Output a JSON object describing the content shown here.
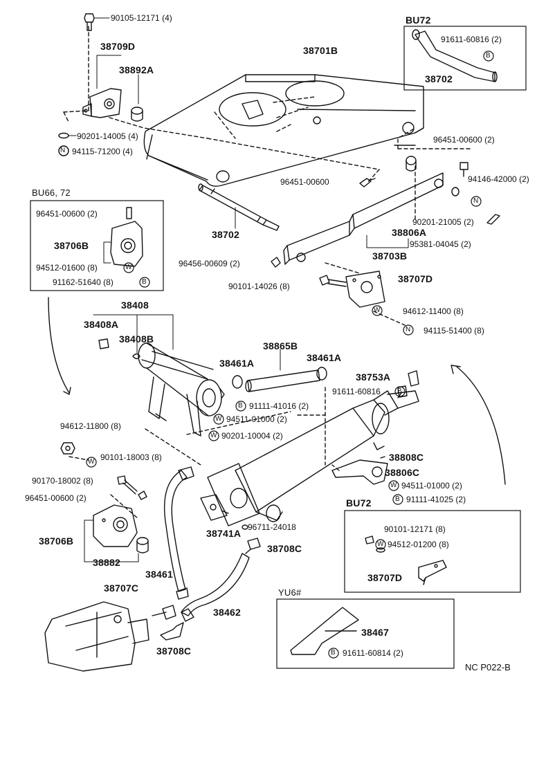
{
  "parts": {
    "p90105": "90105-12171 (4)",
    "p38709D": "38709D",
    "p38892A": "38892A",
    "p38701B": "38701B",
    "p90201_14005": "90201-14005 (4)",
    "p94115_71200": "94115-71200 (4)",
    "p96451_00600": "96451-00600",
    "p96451_00600_2": "96451-00600 (2)",
    "p94146_42000": "94146-42000 (2)",
    "p90201_21005": "90201-21005 (2)",
    "p95381_04045": "95381-04045 (2)",
    "p38806A": "38806A",
    "p38703B": "38703B",
    "p38702": "38702",
    "p96456_00609": "96456-00609 (2)",
    "p90101_14026": "90101-14026 (8)",
    "p38707D": "38707D",
    "p94612_11400": "94612-11400 (8)",
    "p94115_51400": "94115-51400 (8)",
    "p38408": "38408",
    "p38408A": "38408A",
    "p38408B": "38408B",
    "p38865B": "38865B",
    "p38461A": "38461A",
    "p38461A_2": "38461A",
    "p38753A": "38753A",
    "p91611_60816": "91611-60816",
    "p91111_41016": "91111-41016 (2)",
    "p94511_01000": "94511-01000 (2)",
    "p90201_10004": "90201-10004 (2)",
    "p94612_11800": "94612-11800 (8)",
    "p90101_18003": "90101-18003 (8)",
    "p90170_18002": "90170-18002 (8)",
    "p96451_00600_b": "96451-00600 (2)",
    "p38706B": "38706B",
    "p38882": "38882",
    "p38741A": "38741A",
    "p96711_24018": "96711-24018",
    "p38708C": "38708C",
    "p38808C": "38808C",
    "p38806C": "38806C",
    "p94511_01000_b": "94511-01000 (2)",
    "p91111_41025": "91111-41025 (2)",
    "p38461": "38461",
    "p38707C": "38707C",
    "p38462": "38462",
    "p38708C_b": "38708C",
    "p38467": "38467",
    "p91611_60814": "91611-60814 (2)"
  },
  "bu72_top": {
    "title": "BU72",
    "p91611": "91611-60816 (2)",
    "p38702": "38702"
  },
  "bu66": {
    "title": "BU66, 72",
    "p96451": "96451-00600 (2)",
    "p38706B": "38706B",
    "p94512": "94512-01600 (8)",
    "p91162": "91162-51640 (8)"
  },
  "bu72_low": {
    "title": "BU72",
    "p90101": "90101-12171 (8)",
    "p94512": "94512-01200 (8)",
    "p38707D": "38707D"
  },
  "yu6": {
    "title": "YU6#"
  },
  "footer": {
    "code": "NC P022-B"
  },
  "symbols": {
    "n": "N",
    "w": "W",
    "b": "B"
  }
}
